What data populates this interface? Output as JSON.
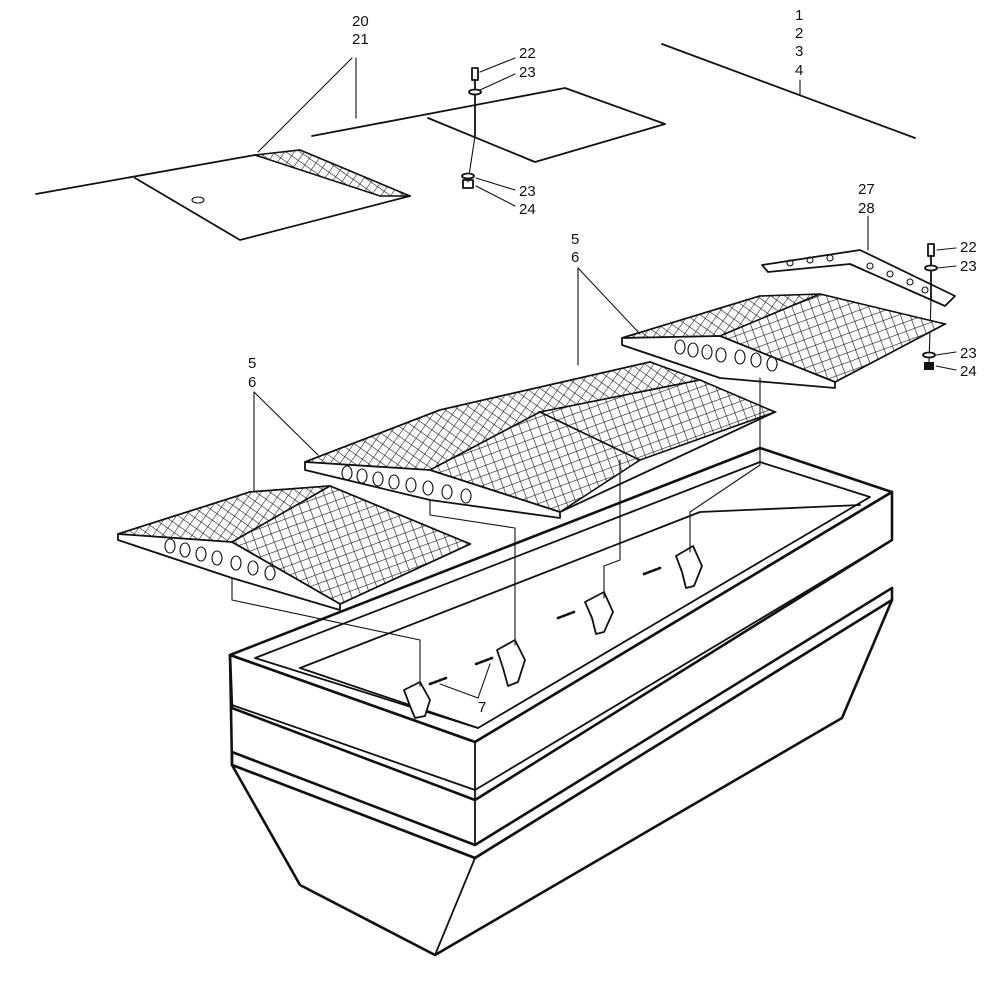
{
  "callouts": {
    "c20": "20",
    "c21": "21",
    "c22a": "22",
    "c23a": "23",
    "c23b": "23",
    "c24a": "24",
    "c1": "1",
    "c2": "2",
    "c3": "3",
    "c4": "4",
    "c27": "27",
    "c28": "28",
    "c22b": "22",
    "c23c": "23",
    "c23d": "23",
    "c24b": "24",
    "c5a": "5",
    "c6a": "6",
    "c5b": "5",
    "c6b": "6",
    "c7": "7"
  }
}
